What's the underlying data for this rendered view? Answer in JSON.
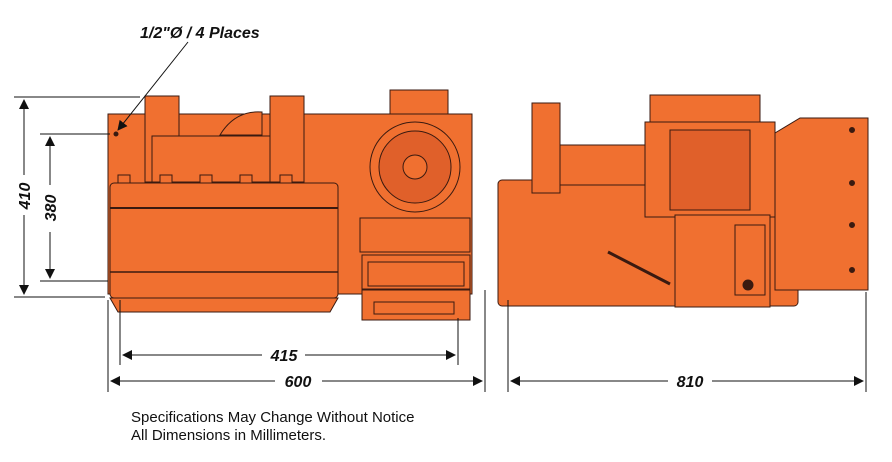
{
  "callout": "1/2\"Ø / 4 Places",
  "dimensions": {
    "height_overall": "410",
    "height_mount": "380",
    "width_mount": "415",
    "width_overall": "600",
    "depth_overall": "810"
  },
  "notes": [
    "Specifications May Change Without Notice",
    "All Dimensions in Millimeters."
  ],
  "colors": {
    "body": "#f07030",
    "outline": "#3a1a10",
    "line": "#111111"
  }
}
